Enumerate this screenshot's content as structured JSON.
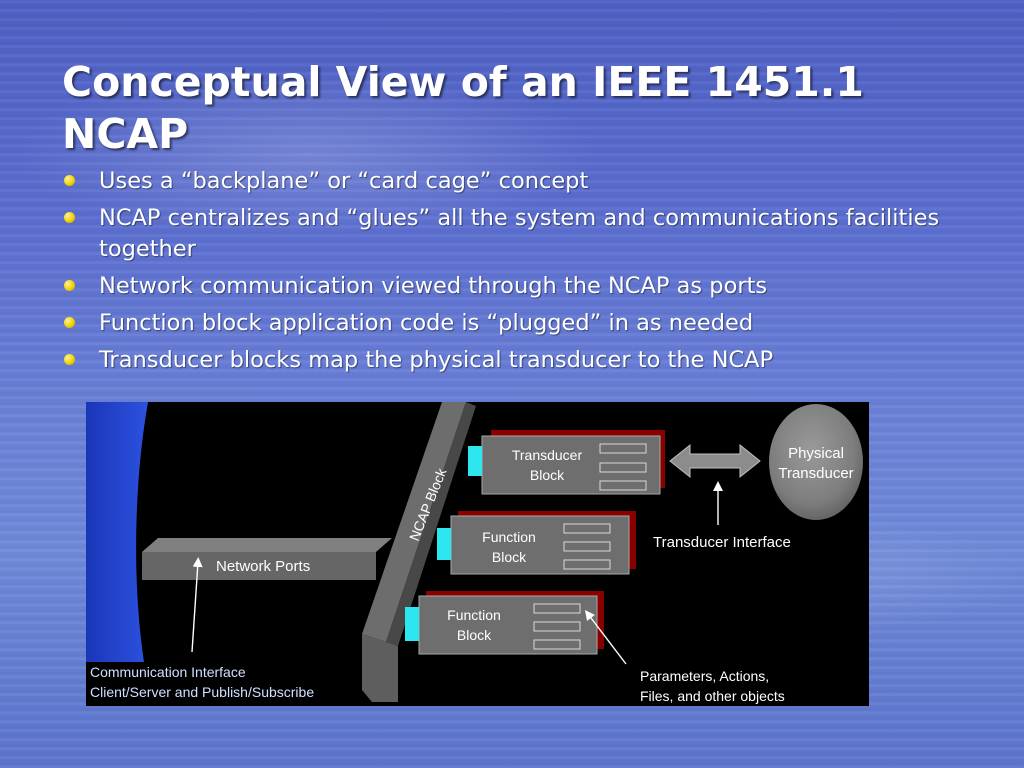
{
  "slide": {
    "title": "Conceptual View of an IEEE 1451.1 NCAP",
    "bullets": [
      "Uses a “backplane” or “card cage” concept",
      "NCAP centralizes and “glues” all the system and communications facilities together",
      "Network communication viewed through the NCAP as ports",
      "Function block application code is “plugged” in as needed",
      "Transducer blocks map the physical transducer to the NCAP"
    ]
  },
  "diagram": {
    "ncap_block": "NCAP Block",
    "network_ports": "Network Ports",
    "transducer_block": [
      "Transducer",
      "Block"
    ],
    "function_block_1": [
      "Function",
      "Block"
    ],
    "function_block_2": [
      "Function",
      "Block"
    ],
    "physical_transducer": [
      "Physical",
      "Transducer"
    ],
    "transducer_interface": "Transducer Interface",
    "communication_interface": [
      "Communication Interface",
      "Client/Server and Publish/Subscribe"
    ],
    "parameters": [
      "Parameters, Actions,",
      "Files, and other objects"
    ]
  },
  "colors": {
    "bullet": "#f2d000",
    "diagram_bg": "#000000",
    "connector_cyan": "#2ee6f0",
    "card_shadow_red": "#8a0000",
    "interface_text": "#cfe0ff"
  }
}
